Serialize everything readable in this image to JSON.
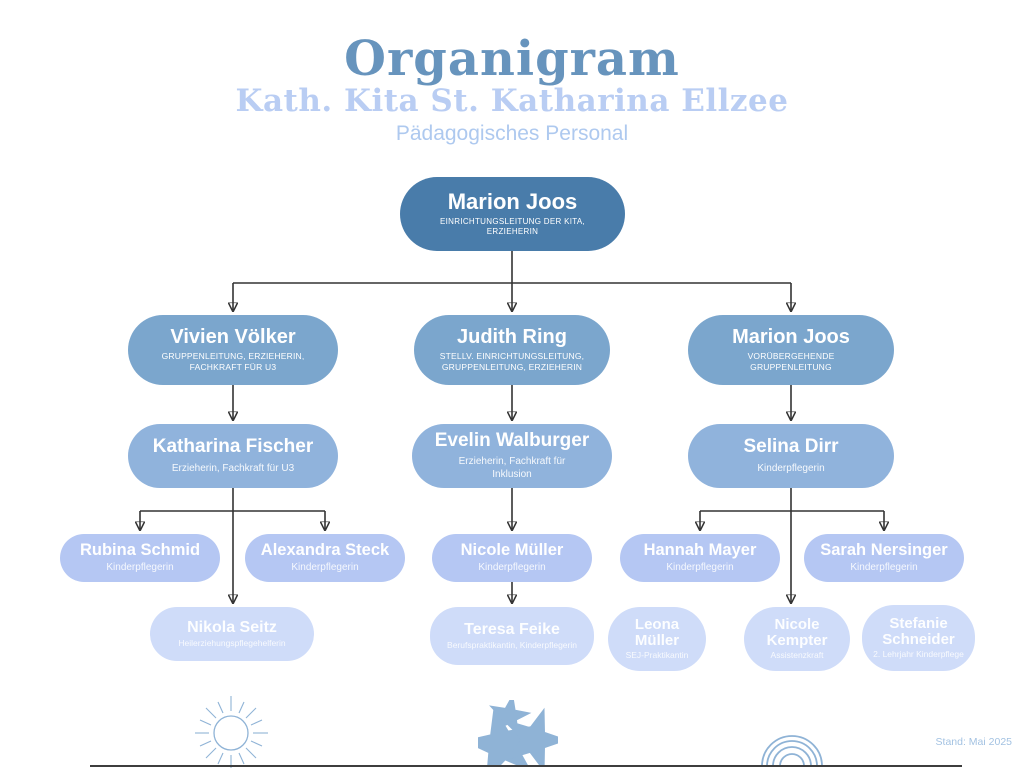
{
  "header": {
    "title": "Organigram",
    "subtitle": "Kath. Kita St. Katharina Ellzee",
    "tagline": "Pädagogisches Personal"
  },
  "org": {
    "levels": [
      {
        "nodes": [
          {
            "name": "Marion Joos",
            "role": "EINRICHTUNGSLEITUNG DER KITA, ERZIEHERIN"
          }
        ]
      },
      {
        "nodes": [
          {
            "name": "Vivien Völker",
            "role": "GRUPPENLEITUNG, ERZIEHERIN, FACHKRAFT FÜR U3"
          },
          {
            "name": "Judith Ring",
            "role": "STELLV. EINRICHTUNGSLEITUNG, GRUPPENLEITUNG, ERZIEHERIN"
          },
          {
            "name": "Marion Joos",
            "role": "VORÜBERGEHENDE GRUPPENLEITUNG"
          }
        ]
      },
      {
        "nodes": [
          {
            "name": "Katharina Fischer",
            "role": "Erzieherin, Fachkraft für U3"
          },
          {
            "name": "Evelin Walburger",
            "role": "Erzieherin, Fachkraft für Inklusion"
          },
          {
            "name": "Selina Dirr",
            "role": "Kinderpflegerin"
          }
        ]
      },
      {
        "nodes": [
          {
            "name": "Rubina Schmid",
            "role": "Kinderpflegerin"
          },
          {
            "name": "Alexandra Steck",
            "role": "Kinderpflegerin"
          },
          {
            "name": "Nicole Müller",
            "role": "Kinderpflegerin"
          },
          {
            "name": "Hannah Mayer",
            "role": "Kinderpflegerin"
          },
          {
            "name": "Sarah Nersinger",
            "role": "Kinderpflegerin"
          }
        ]
      },
      {
        "nodes": [
          {
            "name": "Nikola Seitz",
            "role": "Heilerziehungspflegehelferin"
          },
          {
            "name": "Teresa Feike",
            "role": "Berufspraktikantin, Kinderpflegerin"
          },
          {
            "name": "Leona Müller",
            "role": "SEJ-Praktikantin"
          },
          {
            "name": "Nicole Kempter",
            "role": "Assistenzkraft"
          },
          {
            "name": "Stefanie Schneider",
            "role": "2. Lehrjahr Kinderpflege"
          }
        ]
      }
    ]
  },
  "footer": {
    "status": "Stand: Mai 2025",
    "icons": [
      "sun-icon",
      "stars-icon",
      "rainbow-icon"
    ]
  },
  "colors": {
    "title": "#6794bd",
    "subtitle": "#b9cdf3",
    "level1_box": "#497caa",
    "level2_box": "#7ba6cd",
    "level3_box": "#90b3dc",
    "level4_box": "#b5c7f3",
    "level5_box": "#cfdcf9",
    "connector": "#333333",
    "decor": "#8fb3d6"
  }
}
